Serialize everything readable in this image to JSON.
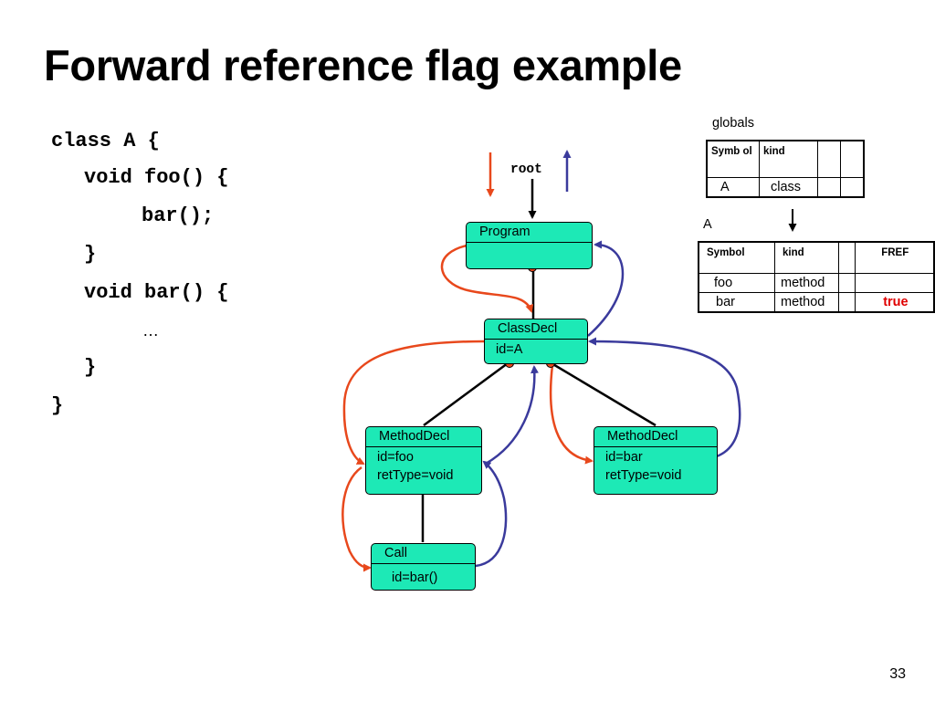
{
  "title": "Forward reference flag example",
  "code": {
    "line1": "class A {",
    "line2": "void foo() {",
    "line3": "bar();",
    "line4": "}",
    "line5": "void bar() {",
    "line6": "…",
    "line7": "}",
    "line8": "}"
  },
  "ast": {
    "root_label": "root",
    "program": {
      "header": "Program"
    },
    "classdecl": {
      "header": "ClassDecl",
      "body": "id=A"
    },
    "methoddecl_foo": {
      "header": "MethodDecl",
      "line1": "id=foo",
      "line2": "retType=void"
    },
    "methoddecl_bar": {
      "header": "MethodDecl",
      "line1": "id=bar",
      "line2": "retType=void"
    },
    "call": {
      "header": "Call",
      "body": "id=bar()"
    }
  },
  "globals": {
    "caption": "globals",
    "headers": [
      "Symb ol",
      "kind"
    ],
    "rows": [
      {
        "symbol": "A",
        "kind": "class"
      }
    ]
  },
  "scope_a": {
    "caption": "A",
    "headers": [
      "Symbol",
      "kind",
      "",
      "FREF"
    ],
    "rows": [
      {
        "symbol": "foo",
        "kind": "method",
        "fref": ""
      },
      {
        "symbol": "bar",
        "kind": "method",
        "fref": "true"
      }
    ]
  },
  "page_number": "33",
  "colors": {
    "node_fill": "#1de9b6",
    "descend_arrow": "#e8481c",
    "ascend_arrow": "#3a3a9c",
    "flag_true": "#e00000"
  }
}
